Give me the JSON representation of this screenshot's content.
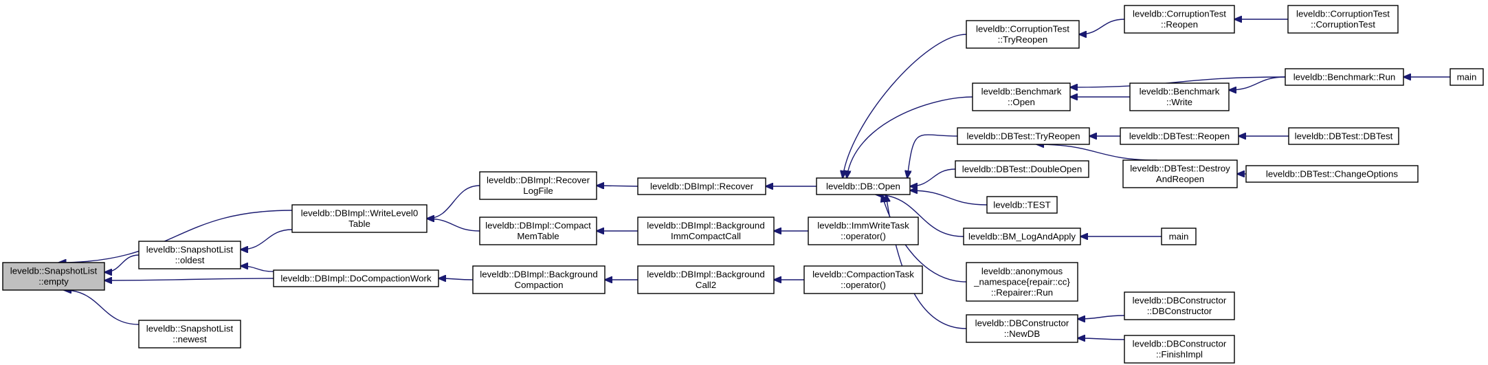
{
  "graph": {
    "nodes": [
      {
        "id": "root",
        "lines": [
          "leveldb::SnapshotList",
          "::empty"
        ],
        "root": true
      },
      {
        "id": "oldest",
        "lines": [
          "leveldb::SnapshotList",
          "::oldest"
        ]
      },
      {
        "id": "newest",
        "lines": [
          "leveldb::SnapshotList",
          "::newest"
        ]
      },
      {
        "id": "writelevel0",
        "lines": [
          "leveldb::DBImpl::WriteLevel0",
          "Table"
        ]
      },
      {
        "id": "docompactionwork",
        "lines": [
          "leveldb::DBImpl::DoCompactionWork"
        ]
      },
      {
        "id": "recoverlogfile",
        "lines": [
          "leveldb::DBImpl::Recover",
          "LogFile"
        ]
      },
      {
        "id": "compactmemtable",
        "lines": [
          "leveldb::DBImpl::Compact",
          "MemTable"
        ]
      },
      {
        "id": "backgroundcompaction",
        "lines": [
          "leveldb::DBImpl::Background",
          "Compaction"
        ]
      },
      {
        "id": "recover",
        "lines": [
          "leveldb::DBImpl::Recover"
        ]
      },
      {
        "id": "bgimmcompact",
        "lines": [
          "leveldb::DBImpl::Background",
          "ImmCompactCall"
        ]
      },
      {
        "id": "bgcall2",
        "lines": [
          "leveldb::DBImpl::Background",
          "Call2"
        ]
      },
      {
        "id": "dbopen",
        "lines": [
          "leveldb::DB::Open"
        ]
      },
      {
        "id": "immwritetask",
        "lines": [
          "leveldb::ImmWriteTask",
          "::operator()"
        ]
      },
      {
        "id": "compactiontask",
        "lines": [
          "leveldb::CompactionTask",
          "::operator()"
        ]
      },
      {
        "id": "corrtryreopen",
        "lines": [
          "leveldb::CorruptionTest",
          "::TryReopen"
        ]
      },
      {
        "id": "benchopen",
        "lines": [
          "leveldb::Benchmark",
          "::Open"
        ]
      },
      {
        "id": "dbtesttryreopen",
        "lines": [
          "leveldb::DBTest::TryReopen"
        ]
      },
      {
        "id": "doubleopen",
        "lines": [
          "leveldb::DBTest::DoubleOpen"
        ]
      },
      {
        "id": "test",
        "lines": [
          "leveldb::TEST"
        ]
      },
      {
        "id": "bmlog",
        "lines": [
          "leveldb::BM_LogAndApply"
        ]
      },
      {
        "id": "repairer",
        "lines": [
          "leveldb::anonymous",
          "_namespace{repair::cc}",
          "::Repairer::Run"
        ]
      },
      {
        "id": "newdb",
        "lines": [
          "leveldb::DBConstructor",
          "::NewDB"
        ]
      },
      {
        "id": "correopen",
        "lines": [
          "leveldb::CorruptionTest",
          "::Reopen"
        ]
      },
      {
        "id": "benchwrite",
        "lines": [
          "leveldb::Benchmark",
          "::Write"
        ]
      },
      {
        "id": "dbtestreopen",
        "lines": [
          "leveldb::DBTest::Reopen"
        ]
      },
      {
        "id": "destroyreopen",
        "lines": [
          "leveldb::DBTest::Destroy",
          "AndReopen"
        ]
      },
      {
        "id": "main2",
        "lines": [
          "main"
        ]
      },
      {
        "id": "dbconstructor",
        "lines": [
          "leveldb::DBConstructor",
          "::DBConstructor"
        ]
      },
      {
        "id": "finishimpl",
        "lines": [
          "leveldb::DBConstructor",
          "::FinishImpl"
        ]
      },
      {
        "id": "corrtest",
        "lines": [
          "leveldb::CorruptionTest",
          "::CorruptionTest"
        ]
      },
      {
        "id": "benchrun",
        "lines": [
          "leveldb::Benchmark::Run"
        ]
      },
      {
        "id": "dbtest",
        "lines": [
          "leveldb::DBTest::DBTest"
        ]
      },
      {
        "id": "changeoptions",
        "lines": [
          "leveldb::DBTest::ChangeOptions"
        ]
      },
      {
        "id": "main1",
        "lines": [
          "main"
        ]
      }
    ],
    "edges": [
      [
        "oldest",
        "root"
      ],
      [
        "newest",
        "root"
      ],
      [
        "writelevel0",
        "root"
      ],
      [
        "docompactionwork",
        "root"
      ],
      [
        "writelevel0",
        "oldest"
      ],
      [
        "docompactionwork",
        "oldest"
      ],
      [
        "recoverlogfile",
        "writelevel0"
      ],
      [
        "compactmemtable",
        "writelevel0"
      ],
      [
        "backgroundcompaction",
        "docompactionwork"
      ],
      [
        "recover",
        "recoverlogfile"
      ],
      [
        "bgimmcompact",
        "compactmemtable"
      ],
      [
        "bgcall2",
        "backgroundcompaction"
      ],
      [
        "dbopen",
        "recover"
      ],
      [
        "immwritetask",
        "bgimmcompact"
      ],
      [
        "compactiontask",
        "bgcall2"
      ],
      [
        "corrtryreopen",
        "dbopen"
      ],
      [
        "benchopen",
        "dbopen"
      ],
      [
        "dbtesttryreopen",
        "dbopen"
      ],
      [
        "doubleopen",
        "dbopen"
      ],
      [
        "test",
        "dbopen"
      ],
      [
        "bmlog",
        "dbopen"
      ],
      [
        "repairer",
        "dbopen"
      ],
      [
        "newdb",
        "dbopen"
      ],
      [
        "correopen",
        "corrtryreopen"
      ],
      [
        "corrtest",
        "correopen"
      ],
      [
        "benchrun",
        "benchopen"
      ],
      [
        "benchwrite",
        "benchopen"
      ],
      [
        "benchrun",
        "benchwrite"
      ],
      [
        "main1",
        "benchrun"
      ],
      [
        "dbtestreopen",
        "dbtesttryreopen"
      ],
      [
        "destroyreopen",
        "dbtesttryreopen"
      ],
      [
        "dbtest",
        "dbtestreopen"
      ],
      [
        "changeoptions",
        "destroyreopen"
      ],
      [
        "main2",
        "bmlog"
      ],
      [
        "dbconstructor",
        "newdb"
      ],
      [
        "finishimpl",
        "newdb"
      ]
    ]
  }
}
